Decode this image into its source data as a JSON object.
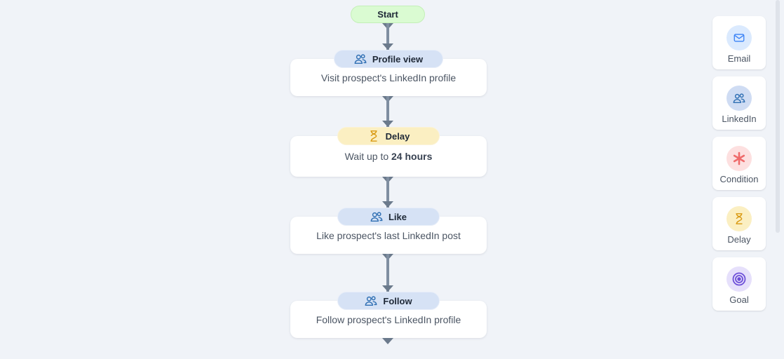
{
  "flow": {
    "start_label": "Start",
    "steps": [
      {
        "tag": "Profile view",
        "tag_style": "blue",
        "icon": "people-icon",
        "description": "Visit prospect's LinkedIn profile"
      },
      {
        "tag": "Delay",
        "tag_style": "yellow",
        "icon": "hourglass-icon",
        "description_prefix": "Wait up to ",
        "description_bold": "24 hours"
      },
      {
        "tag": "Like",
        "tag_style": "blue",
        "icon": "people-icon",
        "description": "Like prospect's last LinkedIn post"
      },
      {
        "tag": "Follow",
        "tag_style": "blue",
        "icon": "people-icon",
        "description": "Follow prospect's LinkedIn profile"
      }
    ]
  },
  "palette": {
    "items": [
      {
        "label": "Email",
        "icon": "envelope-icon",
        "color": "#dbeafe"
      },
      {
        "label": "LinkedIn",
        "icon": "people-icon",
        "color": "#cfdcf3"
      },
      {
        "label": "Condition",
        "icon": "asterisk-icon",
        "color": "#fde0e0"
      },
      {
        "label": "Delay",
        "icon": "hourglass-icon",
        "color": "#fbefc2"
      },
      {
        "label": "Goal",
        "icon": "target-icon",
        "color": "#e6e0fb"
      }
    ]
  },
  "colors": {
    "background": "#f0f3f8",
    "start": "#dafbd2",
    "linkedin_tag": "#d6e2f5",
    "delay_tag": "#fbefc2",
    "connector": "#7f8ea1"
  }
}
